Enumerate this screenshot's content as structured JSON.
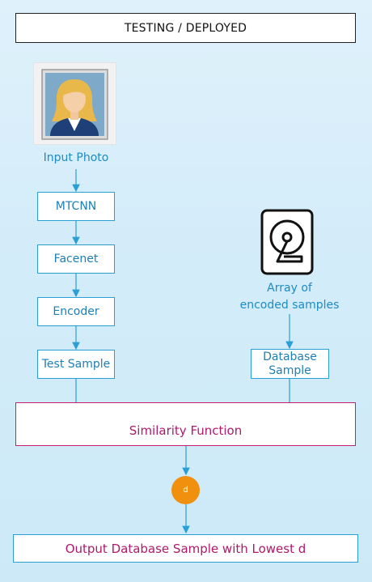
{
  "header": {
    "title": "TESTING / DEPLOYED"
  },
  "input": {
    "label": "Input Photo",
    "icon": "user-photo-icon"
  },
  "pipeline": {
    "steps": [
      {
        "label": "MTCNN"
      },
      {
        "label": "Facenet"
      },
      {
        "label": "Encoder"
      },
      {
        "label": "Test Sample"
      }
    ]
  },
  "storage": {
    "icon": "hard-drive-icon",
    "label_line1": "Array of",
    "label_line2": "encoded samples",
    "db_line1": "Database",
    "db_line2": "Sample"
  },
  "similarity": {
    "label": "Similarity Function"
  },
  "distance": {
    "label": "d",
    "color": "#f0900e"
  },
  "output": {
    "label": "Output Database Sample with Lowest d"
  },
  "colors": {
    "accent": "#2a9fd6",
    "magenta": "#c21e7a",
    "node": "#f0900e"
  }
}
